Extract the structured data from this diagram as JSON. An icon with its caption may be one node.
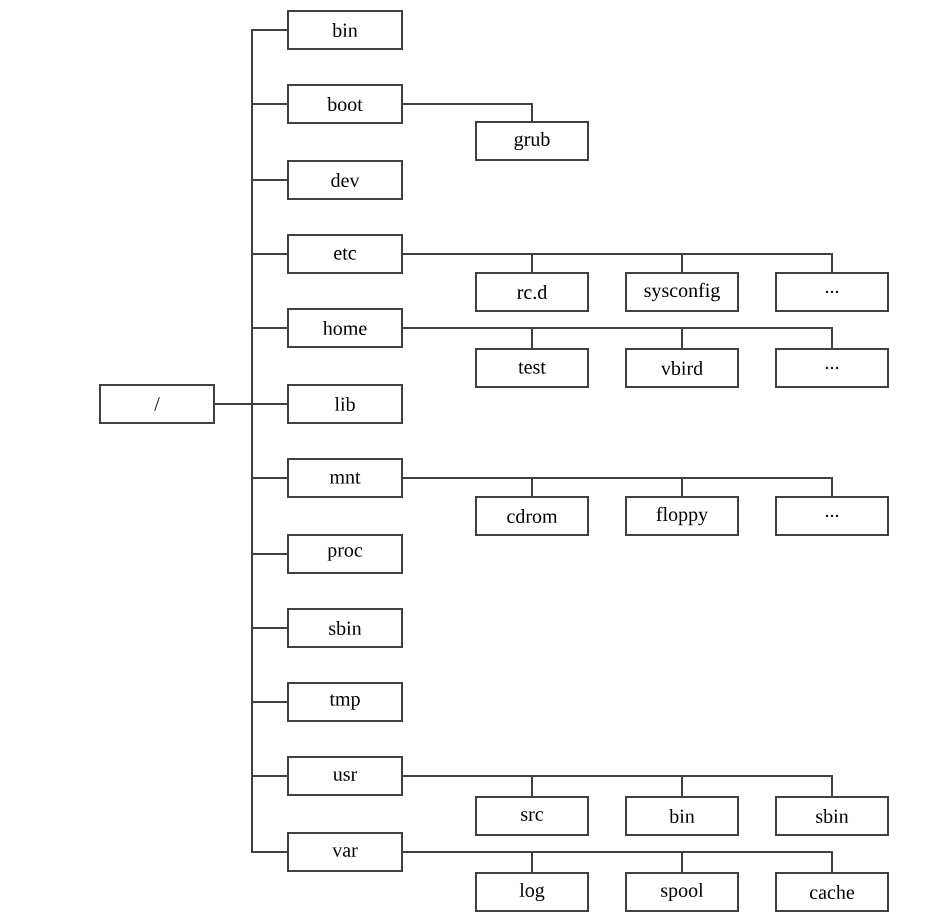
{
  "diagram": {
    "nodes": [
      {
        "text": [
          "/"
        ]
      },
      {
        "text": [
          "bin"
        ]
      },
      {
        "text": [
          "boot"
        ]
      },
      {
        "text": [
          "grub"
        ]
      },
      {
        "text": [
          "dev"
        ]
      },
      {
        "text": [
          "etc"
        ]
      },
      {
        "text": [
          "rc.d"
        ]
      },
      {
        "text": [
          "sysconfig"
        ]
      },
      {
        "text": [
          "..."
        ]
      },
      {
        "text": [
          "home"
        ]
      },
      {
        "text": [
          "test"
        ]
      },
      {
        "text": [
          "vbird"
        ]
      },
      {
        "text": [
          "..."
        ]
      },
      {
        "text": [
          "lib"
        ]
      },
      {
        "text": [
          "mnt"
        ]
      },
      {
        "text": [
          "cdrom"
        ]
      },
      {
        "text": [
          "floppy"
        ]
      },
      {
        "text": [
          "..."
        ]
      },
      {
        "text": [
          "proc"
        ]
      },
      {
        "text": [
          "sbin"
        ]
      },
      {
        "text": [
          "tmp"
        ]
      },
      {
        "text": [
          "usr"
        ]
      },
      {
        "text": [
          "src"
        ]
      },
      {
        "text": [
          "bin"
        ]
      },
      {
        "text": [
          "sbin"
        ]
      },
      {
        "text": [
          "var"
        ]
      },
      {
        "text": [
          "log"
        ]
      },
      {
        "text": [
          "spool"
        ]
      },
      {
        "text": [
          "cache"
        ]
      }
    ],
    "edges": [
      {
        "from": 0,
        "to": 1,
        "arrow": "none"
      },
      {
        "from": 0,
        "to": 2,
        "arrow": "none"
      },
      {
        "from": 0,
        "to": 4,
        "arrow": "none"
      },
      {
        "from": 0,
        "to": 5,
        "arrow": "none"
      },
      {
        "from": 0,
        "to": 9,
        "arrow": "none"
      },
      {
        "from": 0,
        "to": 13,
        "arrow": "none"
      },
      {
        "from": 0,
        "to": 14,
        "arrow": "none"
      },
      {
        "from": 0,
        "to": 18,
        "arrow": "none"
      },
      {
        "from": 0,
        "to": 19,
        "arrow": "none"
      },
      {
        "from": 0,
        "to": 20,
        "arrow": "none"
      },
      {
        "from": 0,
        "to": 21,
        "arrow": "none"
      },
      {
        "from": 0,
        "to": 25,
        "arrow": "none"
      },
      {
        "from": 2,
        "to": 3,
        "arrow": "none"
      },
      {
        "from": 5,
        "to": 6,
        "arrow": "none"
      },
      {
        "from": 5,
        "to": 7,
        "arrow": "none"
      },
      {
        "from": 5,
        "to": 8,
        "arrow": "none"
      },
      {
        "from": 9,
        "to": 10,
        "arrow": "none"
      },
      {
        "from": 9,
        "to": 11,
        "arrow": "none"
      },
      {
        "from": 9,
        "to": 12,
        "arrow": "none"
      },
      {
        "from": 14,
        "to": 15,
        "arrow": "none"
      },
      {
        "from": 14,
        "to": 16,
        "arrow": "none"
      },
      {
        "from": 14,
        "to": 17,
        "arrow": "none"
      },
      {
        "from": 21,
        "to": 22,
        "arrow": "none"
      },
      {
        "from": 21,
        "to": 23,
        "arrow": "none"
      },
      {
        "from": 21,
        "to": 24,
        "arrow": "none"
      },
      {
        "from": 25,
        "to": 26,
        "arrow": "none"
      },
      {
        "from": 25,
        "to": 27,
        "arrow": "none"
      },
      {
        "from": 25,
        "to": 28,
        "arrow": "none"
      }
    ]
  }
}
